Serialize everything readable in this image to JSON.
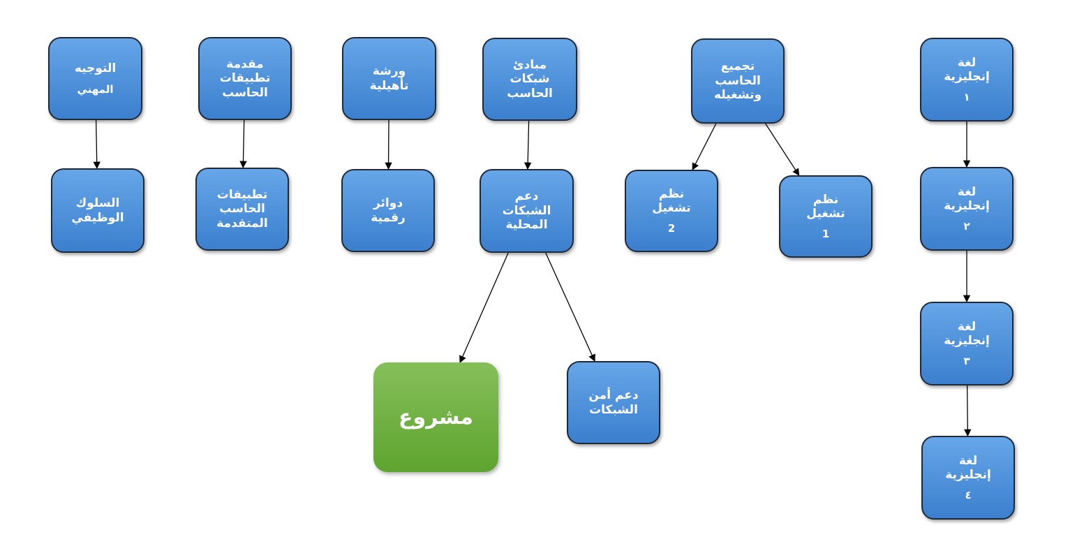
{
  "nodes": {
    "english1": {
      "lines": [
        "لغة",
        "إنجليزية"
      ],
      "num": "١"
    },
    "english2": {
      "lines": [
        "لغة",
        "إنجليزية"
      ],
      "num": "٢"
    },
    "english3": {
      "lines": [
        "لغة",
        "إنجليزية"
      ],
      "num": "٣"
    },
    "english4": {
      "lines": [
        "لغة",
        "إنجليزية"
      ],
      "num": "٤"
    },
    "assembly": {
      "lines": [
        "تجميع",
        "الحاسب",
        "وتشغيله"
      ]
    },
    "os1": {
      "lines": [
        "نظم",
        "تشغيل"
      ],
      "num": "1"
    },
    "os2": {
      "lines": [
        "نظم",
        "تشغيل"
      ],
      "num": "2"
    },
    "net_basics": {
      "lines": [
        "مبادئ",
        "شبكات",
        "الحاسب"
      ]
    },
    "lan_support": {
      "lines": [
        "دعم",
        "الشبكات",
        "المحلية"
      ]
    },
    "net_security": {
      "lines": [
        "دعم أمن",
        "الشبكات"
      ]
    },
    "project": {
      "lines": [
        "مشروع"
      ]
    },
    "workshop": {
      "lines": [
        "ورشة",
        "تأهيلية"
      ]
    },
    "digital": {
      "lines": [
        "دوائر",
        "رقمية"
      ]
    },
    "intro_apps": {
      "lines": [
        "مقدمة",
        "تطبيقات",
        "الحاسب"
      ]
    },
    "adv_apps": {
      "lines": [
        "تطبيقات",
        "الحاسب",
        "المتقدمة"
      ]
    },
    "guidance": {
      "lines": [
        "التوجيه"
      ],
      "num": "المهني"
    },
    "conduct": {
      "lines": [
        "السلوك",
        "الوظيفي"
      ]
    }
  },
  "edges": [
    [
      "english1",
      "english2"
    ],
    [
      "english2",
      "english3"
    ],
    [
      "english3",
      "english4"
    ],
    [
      "assembly",
      "os2"
    ],
    [
      "assembly",
      "os1"
    ],
    [
      "net_basics",
      "lan_support"
    ],
    [
      "lan_support",
      "project"
    ],
    [
      "lan_support",
      "net_security"
    ],
    [
      "workshop",
      "digital"
    ],
    [
      "intro_apps",
      "adv_apps"
    ],
    [
      "guidance",
      "conduct"
    ]
  ],
  "colors": {
    "node_fill_top": "#66a6e8",
    "node_fill_bottom": "#3b7fce",
    "node_border": "#1f2a38",
    "project_fill_top": "#86bf5a",
    "project_fill_bottom": "#5ea42f",
    "edge": "#000000"
  }
}
